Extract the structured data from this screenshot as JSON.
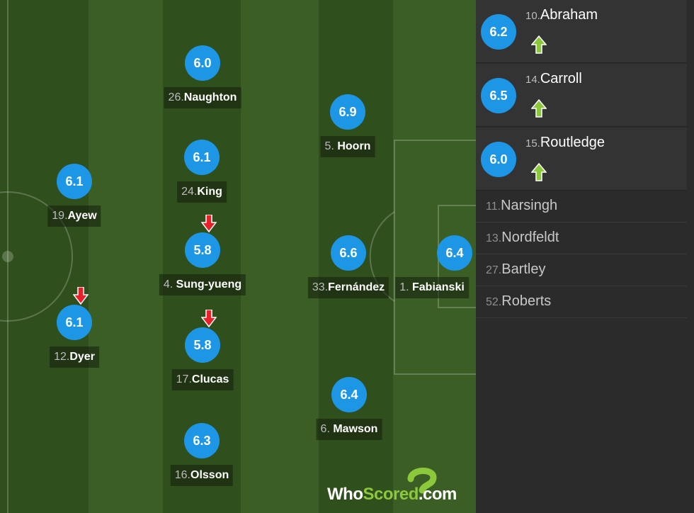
{
  "pitch_players": [
    {
      "number": "26.",
      "name": "Naughton",
      "rating": "6.0",
      "subbed_off": false
    },
    {
      "number": "24.",
      "name": "King",
      "rating": "6.1",
      "subbed_off": false
    },
    {
      "number": "19.",
      "name": "Ayew",
      "rating": "6.1",
      "subbed_off": false
    },
    {
      "number": "4.",
      "name": "Sung-yueng",
      "rating": "5.8",
      "subbed_off": true
    },
    {
      "number": "12.",
      "name": "Dyer",
      "rating": "6.1",
      "subbed_off": true
    },
    {
      "number": "17.",
      "name": "Clucas",
      "rating": "5.8",
      "subbed_off": true
    },
    {
      "number": "16.",
      "name": "Olsson",
      "rating": "6.3",
      "subbed_off": false
    },
    {
      "number": "5.",
      "name": "Hoorn",
      "rating": "6.9",
      "subbed_off": false
    },
    {
      "number": "33.",
      "name": "Fernández",
      "rating": "6.6",
      "subbed_off": false
    },
    {
      "number": "6.",
      "name": "Mawson",
      "rating": "6.4",
      "subbed_off": false
    },
    {
      "number": "1.",
      "name": "Fabianski",
      "rating": "6.4",
      "subbed_off": false
    }
  ],
  "substitutes_used": [
    {
      "number": "10.",
      "name": "Abraham",
      "rating": "6.2"
    },
    {
      "number": "14.",
      "name": "Carroll",
      "rating": "6.5"
    },
    {
      "number": "15.",
      "name": "Routledge",
      "rating": "6.0"
    }
  ],
  "bench": [
    {
      "number": "11.",
      "name": "Narsingh"
    },
    {
      "number": "13.",
      "name": "Nordfeldt"
    },
    {
      "number": "27.",
      "name": "Bartley"
    },
    {
      "number": "52.",
      "name": "Roberts"
    }
  ],
  "logo": {
    "part1": "Who",
    "part2": "Scored",
    "part3": ".com"
  },
  "colors": {
    "rating_badge": "#1e96e6",
    "sub_off_arrow": "#e8202a",
    "sub_on_arrow": "#8cc83c",
    "pitch_dark": "#2f4f1c",
    "pitch_light": "#3a5e24",
    "panel_bg": "#2b2b2b"
  },
  "icons": {
    "sub_off": "red-down-arrow-icon",
    "sub_on": "green-up-arrow-icon"
  }
}
